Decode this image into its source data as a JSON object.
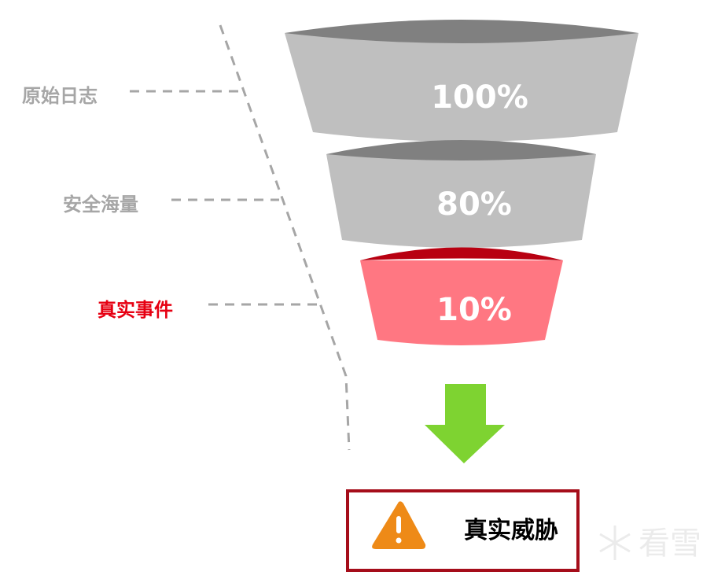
{
  "stages": [
    {
      "label": "原始日志",
      "percent": "100%",
      "value": 100
    },
    {
      "label": "安全海量",
      "percent": "80%",
      "value": 80
    },
    {
      "label": "真实事件",
      "percent": "10%",
      "value": 10
    }
  ],
  "result": {
    "label": "真实威胁",
    "icon": "warning-icon"
  },
  "watermark": "看雪",
  "colors": {
    "gray_body": "#bfbfbf",
    "gray_top": "#808080",
    "red_body": "#ff7782",
    "red_top": "#b80011",
    "label_gray": "#a6a6a6",
    "label_red": "#e60012",
    "arrow": "#7ed331",
    "box_border": "#a50d1a",
    "warning": "#ee8a17"
  }
}
